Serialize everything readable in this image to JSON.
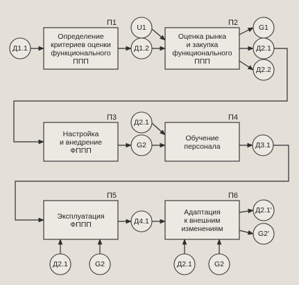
{
  "processes": [
    {
      "id": "p1",
      "label": "П1",
      "lines": [
        "Определение",
        "критериев оценки",
        "функционального",
        "ППП"
      ]
    },
    {
      "id": "p2",
      "label": "П2",
      "lines": [
        "Оценка рынка",
        "и закупка",
        "функционального",
        "ППП"
      ]
    },
    {
      "id": "p3",
      "label": "П3",
      "lines": [
        "Настройка",
        "и внедрение",
        "ФППП"
      ]
    },
    {
      "id": "p4",
      "label": "П4",
      "lines": [
        "Обучение",
        "персонала"
      ]
    },
    {
      "id": "p5",
      "label": "П5",
      "lines": [
        "Эксплуатация",
        "ФППП"
      ]
    },
    {
      "id": "p6",
      "label": "П6",
      "lines": [
        "Адаптация",
        "к внешним",
        "изменениям"
      ]
    }
  ],
  "nodes": [
    {
      "id": "d11",
      "label": "Д1.1"
    },
    {
      "id": "u1",
      "label": "U1"
    },
    {
      "id": "d12",
      "label": "Д1.2"
    },
    {
      "id": "g1",
      "label": "G1"
    },
    {
      "id": "d21a",
      "label": "Д2.1"
    },
    {
      "id": "d22",
      "label": "Д2.2"
    },
    {
      "id": "d21b",
      "label": "Д2.1"
    },
    {
      "id": "g2a",
      "label": "G2"
    },
    {
      "id": "d31",
      "label": "Д3.1"
    },
    {
      "id": "d41",
      "label": "Д4.1"
    },
    {
      "id": "d21p",
      "label": "Д2.1'"
    },
    {
      "id": "g2p",
      "label": "G2'"
    },
    {
      "id": "d21c",
      "label": "Д2.1"
    },
    {
      "id": "g2b",
      "label": "G2"
    },
    {
      "id": "d21d",
      "label": "Д2.1"
    },
    {
      "id": "g2c",
      "label": "G2"
    }
  ]
}
